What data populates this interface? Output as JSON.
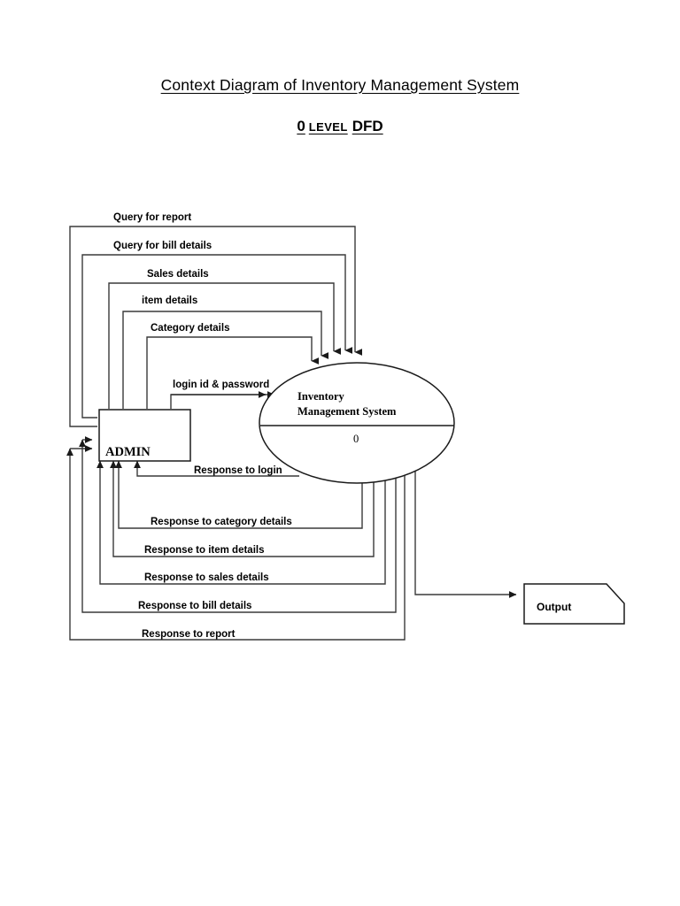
{
  "document": {
    "title": "Context Diagram of Inventory Management  System",
    "subtitle_number": "0",
    "subtitle_level": "LEVEL",
    "subtitle_dfd": "DFD"
  },
  "entities": {
    "external": {
      "name": "ADMIN"
    },
    "process": {
      "line1": "Inventory",
      "line2": "Management  System",
      "number": "0"
    },
    "output": {
      "name": "Output"
    }
  },
  "inbound_flows": [
    {
      "id": "query-for-report",
      "label": "Query for report"
    },
    {
      "id": "query-for-bill-details",
      "label": "Query for bill details"
    },
    {
      "id": "sales-details",
      "label": "Sales details"
    },
    {
      "id": "item-details",
      "label": "item details"
    },
    {
      "id": "category-details",
      "label": "Category details"
    },
    {
      "id": "login-id-and-password",
      "label": "login id & password"
    }
  ],
  "outbound_flows": [
    {
      "id": "response-to-login",
      "label": "Response to login"
    },
    {
      "id": "response-to-category-details",
      "label": "Response to category details"
    },
    {
      "id": "response-to-item-details",
      "label": "Response to  item details"
    },
    {
      "id": "response-to-sales-details",
      "label": "Response to  sales details"
    },
    {
      "id": "response-to-bill-details",
      "label": "Response   to bill details"
    },
    {
      "id": "response-to-report",
      "label": "Response to report"
    }
  ],
  "colors": {
    "stroke": "#3a3a3a",
    "shape_stroke": "#1a1a1a",
    "text": "#000000",
    "background": "#ffffff"
  }
}
